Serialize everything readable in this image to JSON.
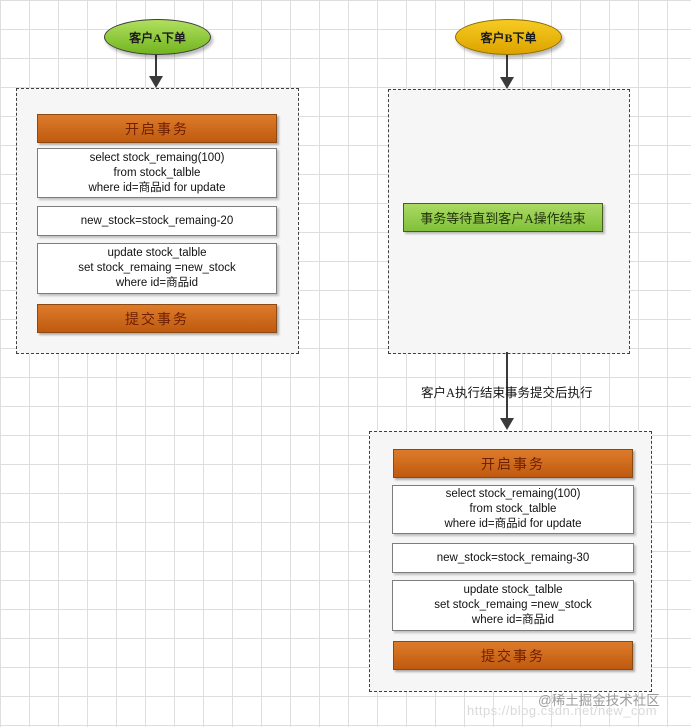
{
  "colors": {
    "grid_line": "#dedede",
    "container_background": "#f6f6f6",
    "container_border": "#3f3f3f",
    "transaction_bar_orange": "#bf5a10",
    "transaction_bar_text": "#6f2002",
    "client_a_node_green": "#72b520",
    "client_b_node_yellow": "#dda300",
    "wait_box_green": "#80c13a",
    "arrow": "#3a3a3a"
  },
  "nodes": {
    "client_a": "客户A下单",
    "client_b": "客户B下单",
    "wait": "事务等待直到客户A操作结束",
    "transition_label": "客户A执行结束事务提交后执行"
  },
  "flow_a": {
    "begin": "开启事务",
    "select": [
      "select stock_remaing(100)",
      "from stock_talble",
      "where id=商品id for update"
    ],
    "calc": "new_stock=stock_remaing-20",
    "update": [
      "update stock_talble",
      "set stock_remaing =new_stock",
      "where id=商品id"
    ],
    "commit": "提交事务"
  },
  "flow_b": {
    "begin": "开启事务",
    "select": [
      "select stock_remaing(100)",
      "from stock_talble",
      "where id=商品id for update"
    ],
    "calc": "new_stock=stock_remaing-30",
    "update": [
      "update stock_talble",
      "set stock_remaing =new_stock",
      "where id=商品id"
    ],
    "commit": "提交事务"
  },
  "footer": {
    "watermark": "@稀土掘金技术社区",
    "url": "https://blog.csdn.net/new_com"
  }
}
